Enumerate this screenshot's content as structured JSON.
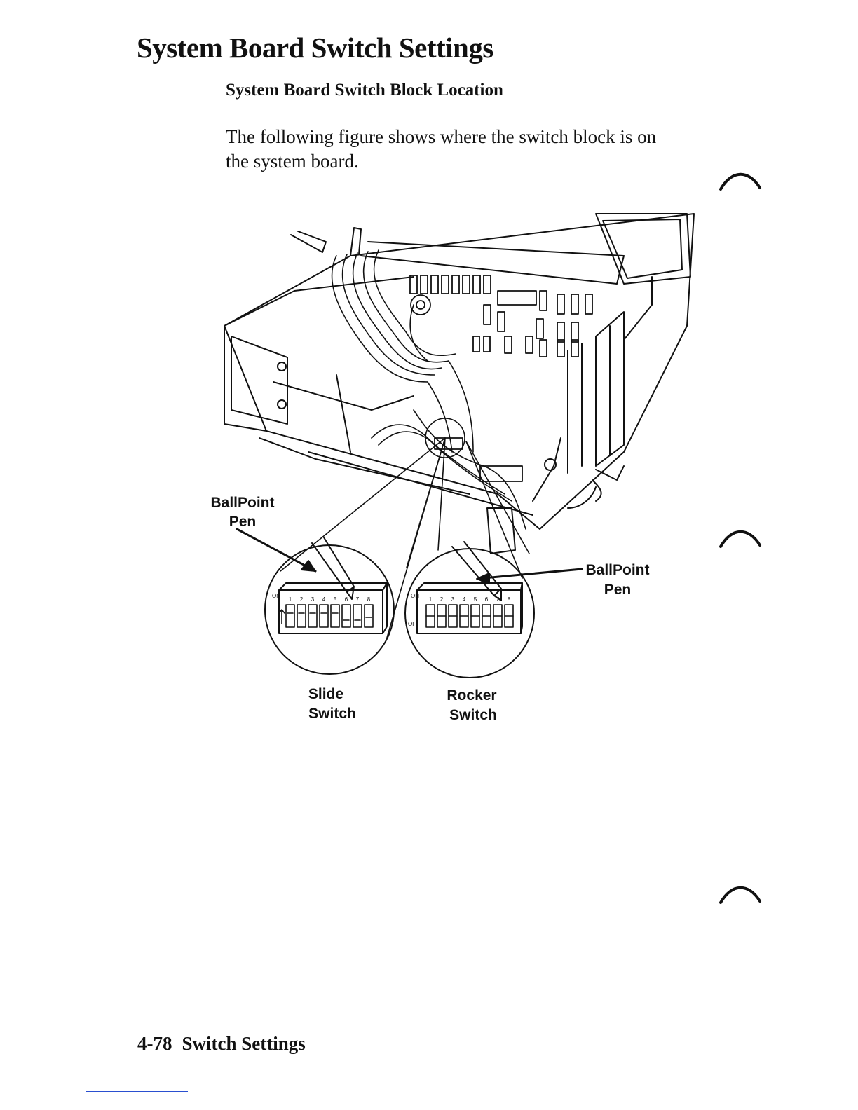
{
  "page": {
    "title": "System Board Switch Settings",
    "subtitle": "System Board Switch Block Location",
    "paragraph_lines": [
      "The following figure shows where the switch block is on",
      "the system board."
    ],
    "footer": {
      "page_number": "4-78",
      "section": "Switch Settings"
    }
  },
  "figure": {
    "labels": {
      "ballpoint_left_line1": "BallPoint",
      "ballpoint_left_line2": "Pen",
      "ballpoint_right_line1": "BallPoint",
      "ballpoint_right_line2": "Pen",
      "slide_line1": "Slide",
      "slide_line2": "Switch",
      "rocker_line1": "Rocker",
      "rocker_line2": "Switch"
    },
    "switch_numbers": [
      "1",
      "2",
      "3",
      "4",
      "5",
      "6",
      "7",
      "8"
    ],
    "on_label": "ON",
    "off_label": "OFF"
  },
  "decorations": {
    "binder_tab_icon": "binder-tab-icon"
  }
}
